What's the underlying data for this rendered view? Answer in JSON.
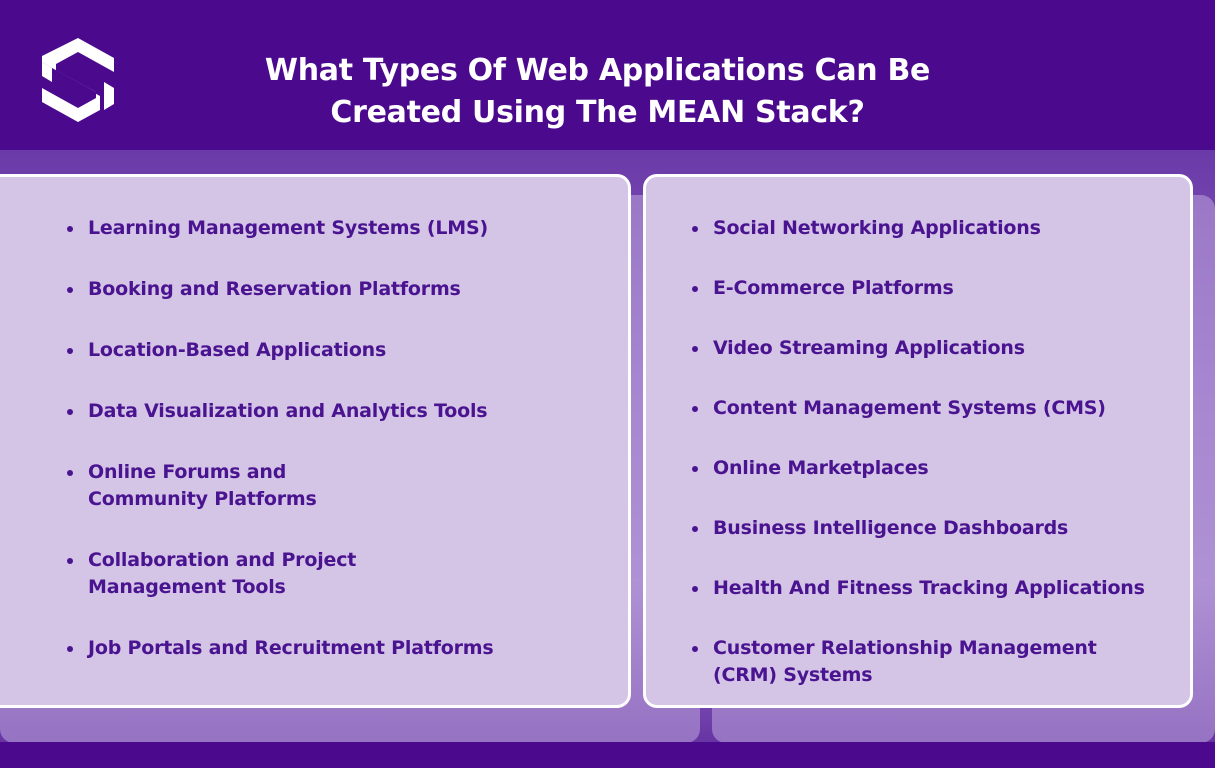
{
  "header": {
    "title_line1": "What Types Of Web Applications Can Be",
    "title_line2": "Created Using The MEAN Stack?",
    "logo_icon": "brand-s-logo-icon"
  },
  "colors": {
    "background_top": "#4b0a8e",
    "panel": "#d4c4e6",
    "text": "#4a1490",
    "title": "#ffffff"
  },
  "left_column": {
    "items": [
      {
        "line1": "Learning Management Systems (LMS)",
        "line2": ""
      },
      {
        "line1": "Booking and Reservation Platforms",
        "line2": ""
      },
      {
        "line1": "Location-Based Applications",
        "line2": ""
      },
      {
        "line1": "Data Visualization and Analytics Tools",
        "line2": ""
      },
      {
        "line1": "Online Forums and",
        "line2": "Community Platforms"
      },
      {
        "line1": "Collaboration and Project",
        "line2": "Management Tools"
      },
      {
        "line1": "Job Portals and Recruitment Platforms",
        "line2": ""
      }
    ]
  },
  "right_column": {
    "items": [
      {
        "line1": "Social Networking Applications",
        "line2": ""
      },
      {
        "line1": "E-Commerce Platforms",
        "line2": ""
      },
      {
        "line1": "Video Streaming Applications",
        "line2": ""
      },
      {
        "line1": "Content Management Systems (CMS)",
        "line2": ""
      },
      {
        "line1": "Online Marketplaces",
        "line2": ""
      },
      {
        "line1": "Business Intelligence Dashboards",
        "line2": ""
      },
      {
        "line1": "Health And Fitness Tracking Applications",
        "line2": ""
      },
      {
        "line1": "Customer Relationship Management",
        "line2": "(CRM) Systems"
      }
    ]
  }
}
